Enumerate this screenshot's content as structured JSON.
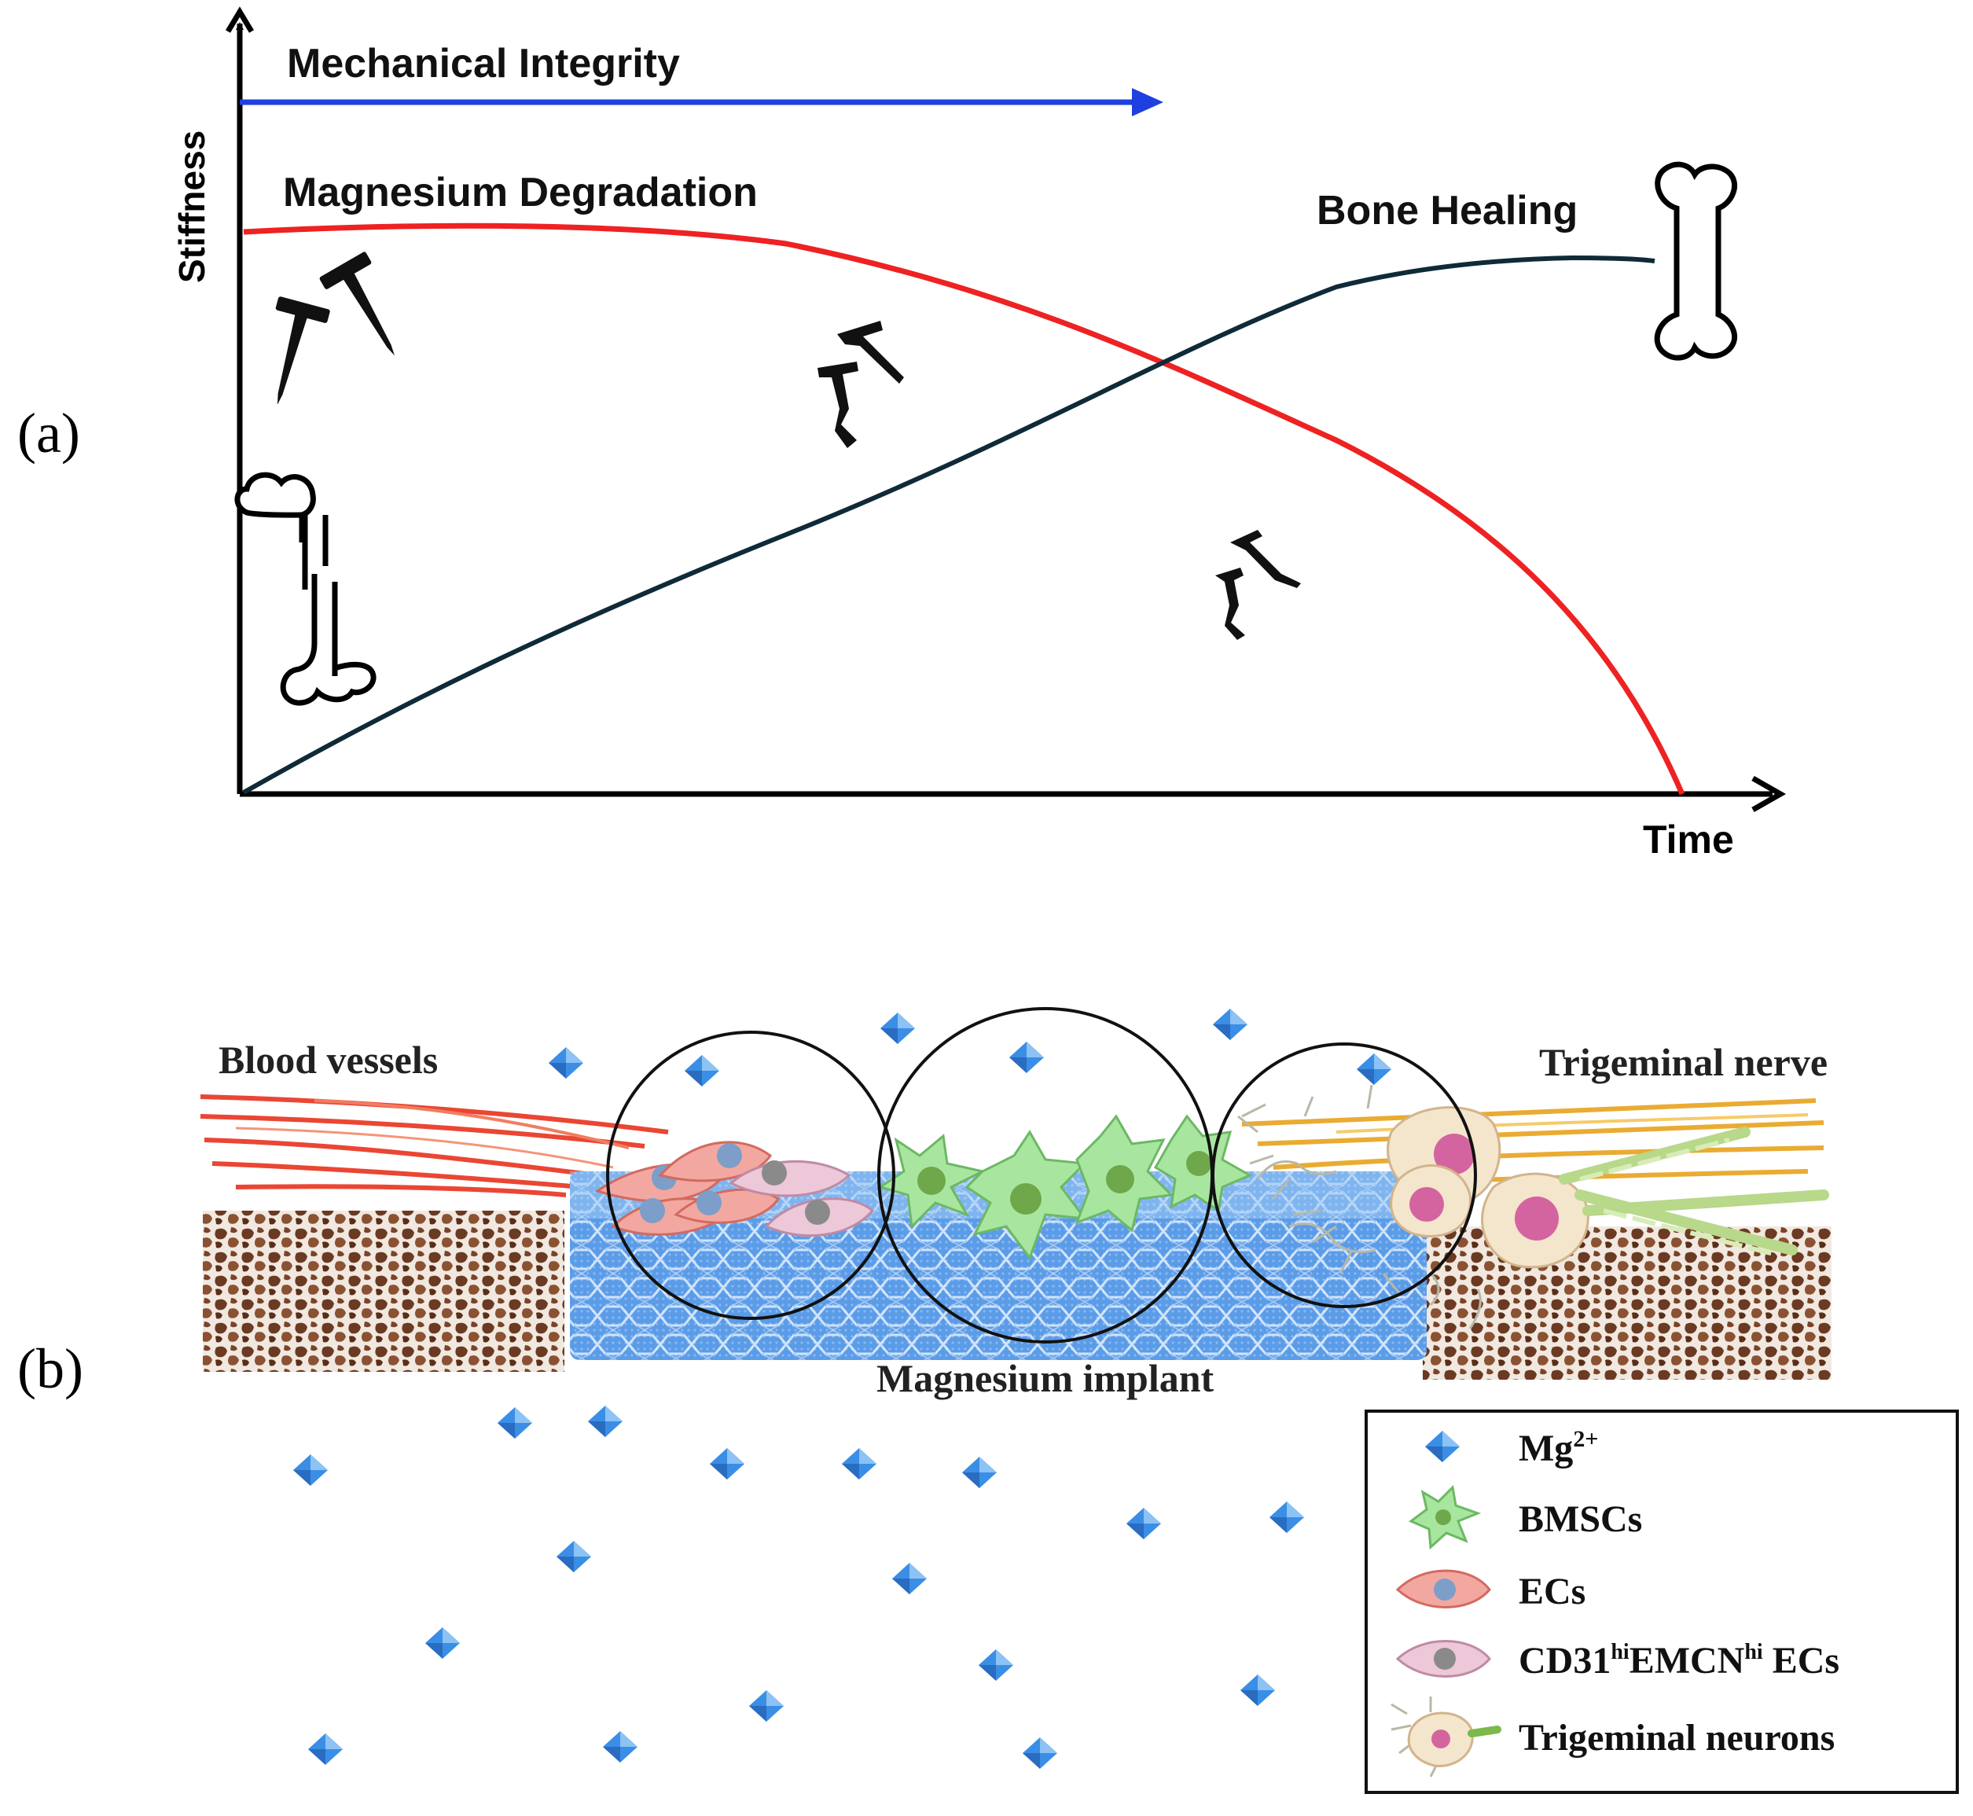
{
  "panel_a": {
    "label": "(a)",
    "y_axis_label": "Stiffness",
    "x_axis_label": "Time",
    "mechanical_integrity_label": "Mechanical Integrity",
    "degradation_label": "Magnesium Degradation",
    "bone_healing_label": "Bone Healing",
    "colors": {
      "mechanical_integrity": "#1f3fe0",
      "degradation": "#ee2222",
      "bone_healing": "#0f2a38",
      "axis": "#000000"
    }
  },
  "panel_b": {
    "label": "(b)",
    "blood_vessels_label": "Blood vessels",
    "trigeminal_nerve_label": "Trigeminal nerve",
    "implant_label": "Magnesium implant",
    "legend": {
      "items": [
        {
          "icon": "mg-ion-icon",
          "label": "Mg",
          "sup": "2+"
        },
        {
          "icon": "bmsc-cell-icon",
          "label": "BMSCs"
        },
        {
          "icon": "ec-cell-icon",
          "label": "ECs"
        },
        {
          "icon": "cd31-ec-cell-icon",
          "label_parts": [
            "CD31",
            "hi",
            "EMCN",
            "hi",
            " ECs"
          ]
        },
        {
          "icon": "neuron-icon",
          "label": "Trigeminal neurons"
        }
      ]
    },
    "colors": {
      "mg_ion": "#3a8ee6",
      "blood_vessel": "#e8321e",
      "nerve": "#e8a21c",
      "implant": "#4a8fe0",
      "bone": "#7a4a2a",
      "bmsc": "#a8e6a0",
      "ec": "#f2a8a0",
      "cd31_ec": "#ecc8d8",
      "neuron": "#f4e6cc"
    }
  }
}
